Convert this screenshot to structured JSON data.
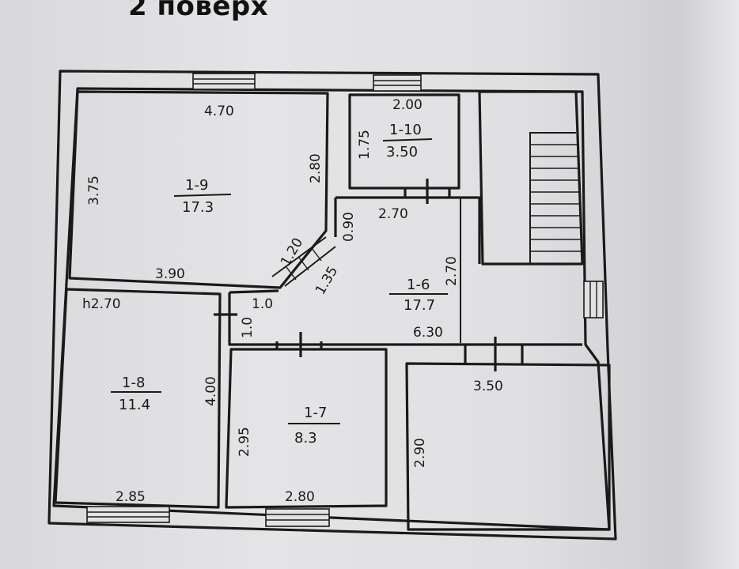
{
  "title": "2 поверх",
  "rooms": [
    {
      "id": "1-9",
      "area": "17.3"
    },
    {
      "id": "1-10",
      "area": "3.50"
    },
    {
      "id": "1-6",
      "area": "17.7"
    },
    {
      "id": "1-8",
      "area": "11.4"
    },
    {
      "id": "1-7",
      "area": "8.3"
    }
  ],
  "dimensions": {
    "r19_top": "4.70",
    "r19_left": "3.75",
    "r19_right": "2.80",
    "r19_bottom": "3.90",
    "r19_diag": "1.20",
    "diag_135": "1.35",
    "r110_top": "2.00",
    "r110_left": "1.75",
    "r16_top_right": "0.90",
    "r16_top": "2.70",
    "r16_right": "2.70",
    "r16_bottom": "6.30",
    "r16_small_h": "1.0",
    "r16_small_v": "1.0",
    "r18_top": "h2.70",
    "r18_right": "4.00",
    "r18_bottom": "2.85",
    "r17_left": "2.95",
    "r17_bottom": "2.80",
    "br_top": "3.50",
    "br_left": "2.90"
  }
}
